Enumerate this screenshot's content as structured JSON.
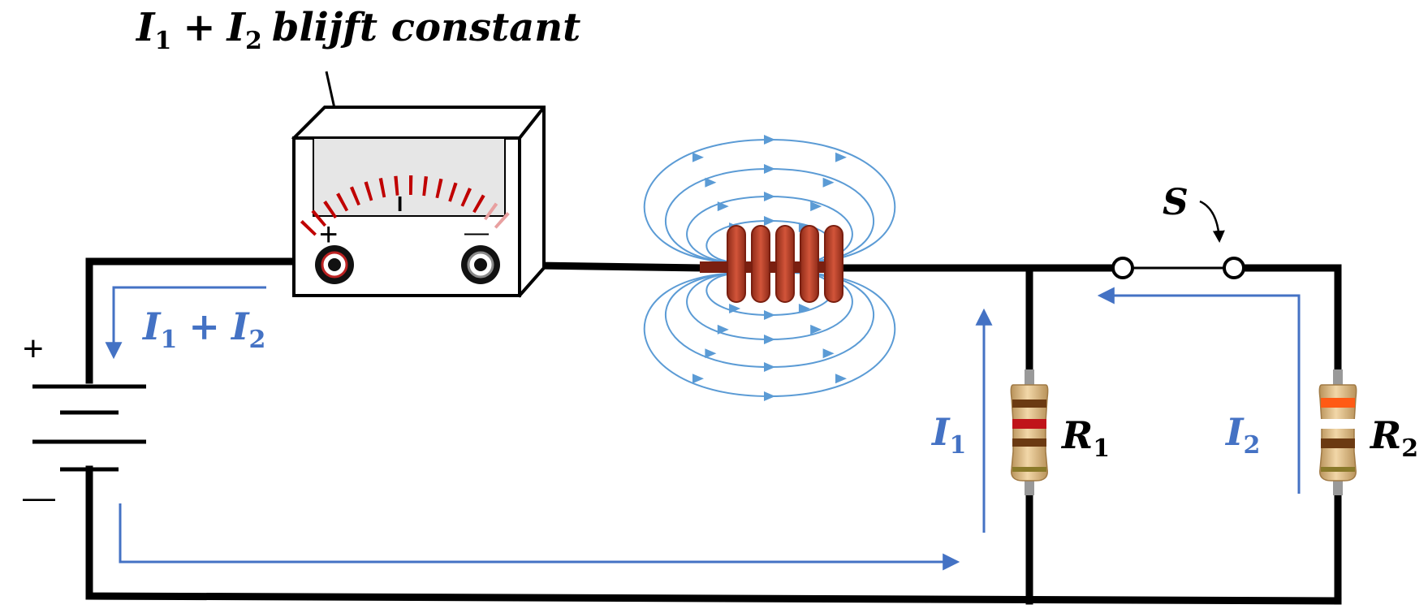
{
  "title": {
    "main": "I",
    "sub1": "1",
    "plus": "+",
    "main2": "I",
    "sub2": "2",
    "rest": "blijft constant"
  },
  "meter": {
    "plus_sign": "+",
    "minus_sign": "—",
    "needle_mark": "I"
  },
  "battery": {
    "plus": "+",
    "minus": "—"
  },
  "total_current": {
    "main": "I",
    "sub1": "1",
    "plus": "+",
    "main2": "I",
    "sub2": "2"
  },
  "branch1": {
    "current_main": "I",
    "current_sub": "1",
    "resistor_main": "R",
    "resistor_sub": "1"
  },
  "branch2": {
    "current_main": "I",
    "current_sub": "2",
    "resistor_main": "R",
    "resistor_sub": "2"
  },
  "switch": {
    "label": "S"
  },
  "colors": {
    "wire": "#000000",
    "current": "#4472c4",
    "field": "#5b9bd5",
    "coil": "#b5402a",
    "meter_bar": "#c00000",
    "resistor_body": "#d9b98a"
  }
}
